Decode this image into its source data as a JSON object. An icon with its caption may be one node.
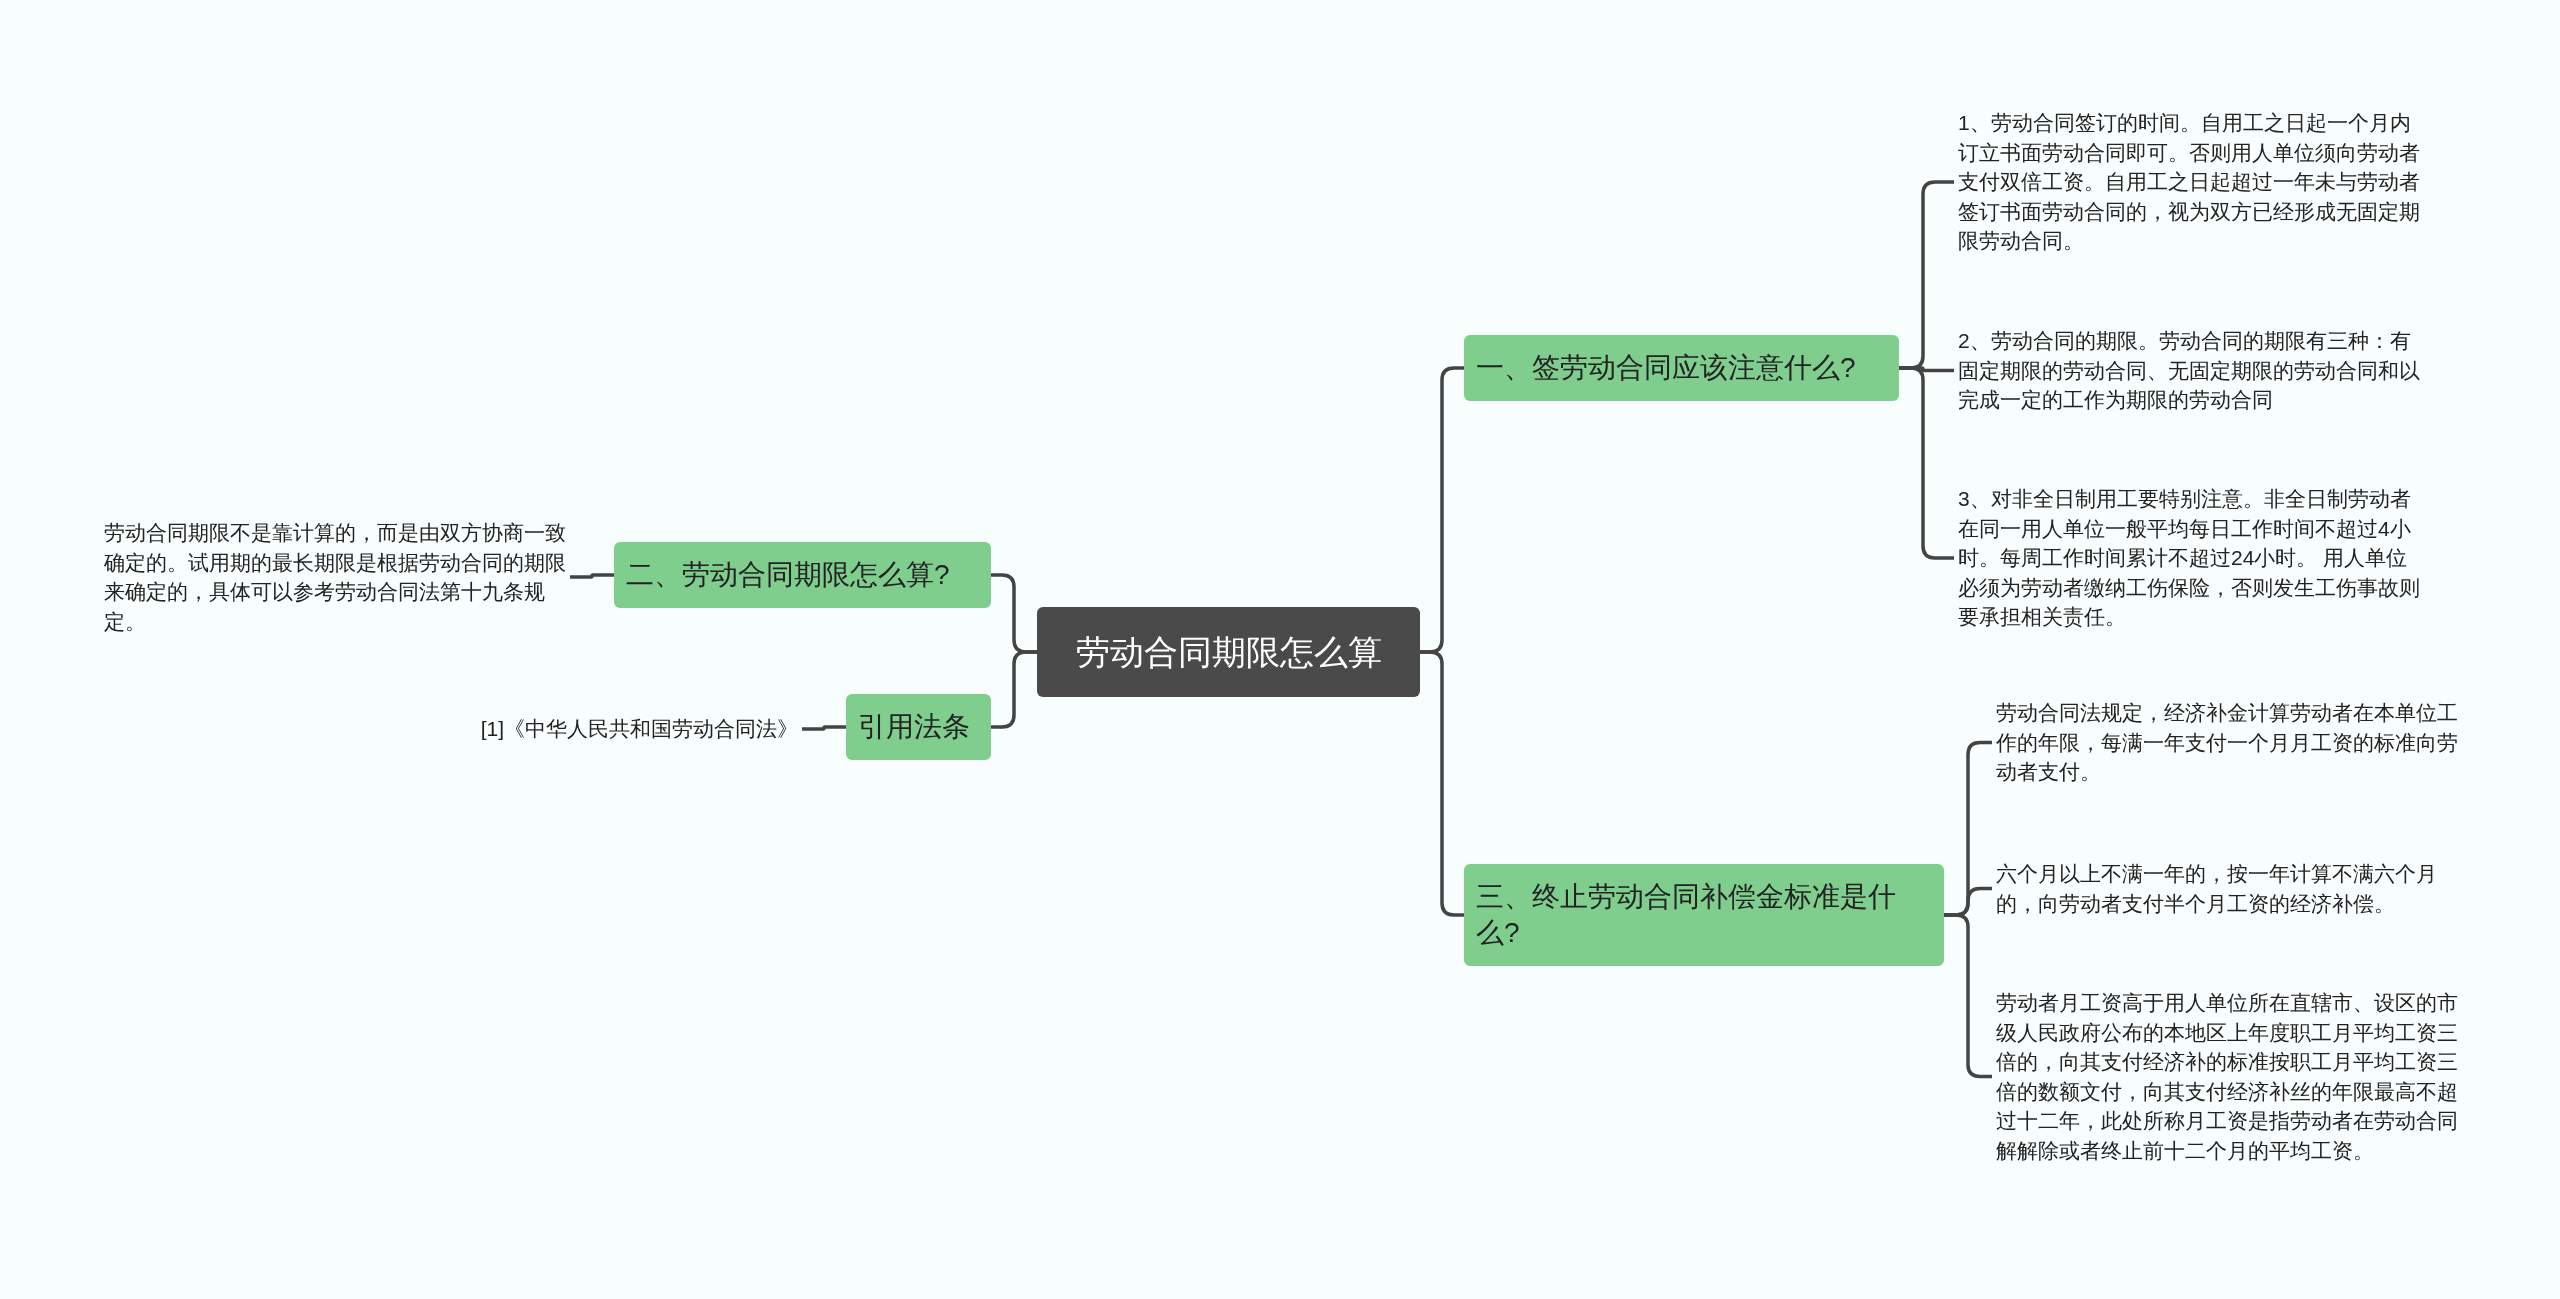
{
  "diagram": {
    "nodes": [
      {
        "text": [
          "劳动合同期限怎么算"
        ]
      },
      {
        "text": [
          "一、签劳动合同应该注意什么?"
        ]
      },
      {
        "text": [
          "1、劳动合同签订的时间。自用工之日起一个月内订立书面劳动合同即可。否则用人单位须向劳动者支付双倍工资。自用工之日起超过一年未与劳动者签订书面劳动合同的，视为双方已经形成无固定期限劳动合同。"
        ]
      },
      {
        "text": [
          "2、劳动合同的期限。劳动合同的期限有三种：有固定期限的劳动合同、无固定期限的劳动合同和以完成一定的工作为期限的劳动合同"
        ]
      },
      {
        "text": [
          "3、对非全日制用工要特别注意。非全日制劳动者在同一用人单位一般平均每日工作时间不超过4小时。每周工作时间累计不超过24小时。 用人单位必须为劳动者缴纳工伤保险，否则发生工伤事故则要承担相关责任。"
        ]
      },
      {
        "text": [
          "三、终止劳动合同补偿金标准是什么?"
        ]
      },
      {
        "text": [
          "劳动合同法规定，经济补金计算劳动者在本单位工作的年限，每满一年支付一个月月工资的标准向劳动者支付。"
        ]
      },
      {
        "text": [
          "六个月以上不满一年的，按一年计算不满六个月的，向劳动者支付半个月工资的经济补偿。"
        ]
      },
      {
        "text": [
          "劳动者月工资高于用人单位所在直辖市、设区的市级人民政府公布的本地区上年度职工月平均工资三倍的，向其支付经济补的标准按职工月平均工资三倍的数额文付，向其支付经济补丝的年限最高不超过十二年，此处所称月工资是指劳动者在劳动合同解解除或者终止前十二个月的平均工资。"
        ]
      },
      {
        "text": [
          "二、劳动合同期限怎么算?"
        ]
      },
      {
        "text": [
          "劳动合同期限不是靠计算的，而是由双方协商一致确定的。试用期的最长期限是根据劳动合同的期限来确定的，具体可以参考劳动合同法第十九条规定。"
        ]
      },
      {
        "text": [
          "引用法条"
        ]
      },
      {
        "text": [
          "[1]《中华人民共和国劳动合同法》"
        ]
      }
    ],
    "edges": [
      {
        "from": 0,
        "to": 1,
        "arrow": "none"
      },
      {
        "from": 1,
        "to": 2,
        "arrow": "none"
      },
      {
        "from": 1,
        "to": 3,
        "arrow": "none"
      },
      {
        "from": 1,
        "to": 4,
        "arrow": "none"
      },
      {
        "from": 0,
        "to": 5,
        "arrow": "none"
      },
      {
        "from": 5,
        "to": 6,
        "arrow": "none"
      },
      {
        "from": 5,
        "to": 7,
        "arrow": "none"
      },
      {
        "from": 5,
        "to": 8,
        "arrow": "none"
      },
      {
        "from": 0,
        "to": 9,
        "arrow": "none"
      },
      {
        "from": 9,
        "to": 10,
        "arrow": "none"
      },
      {
        "from": 0,
        "to": 11,
        "arrow": "none"
      },
      {
        "from": 11,
        "to": 12,
        "arrow": "none"
      }
    ]
  }
}
